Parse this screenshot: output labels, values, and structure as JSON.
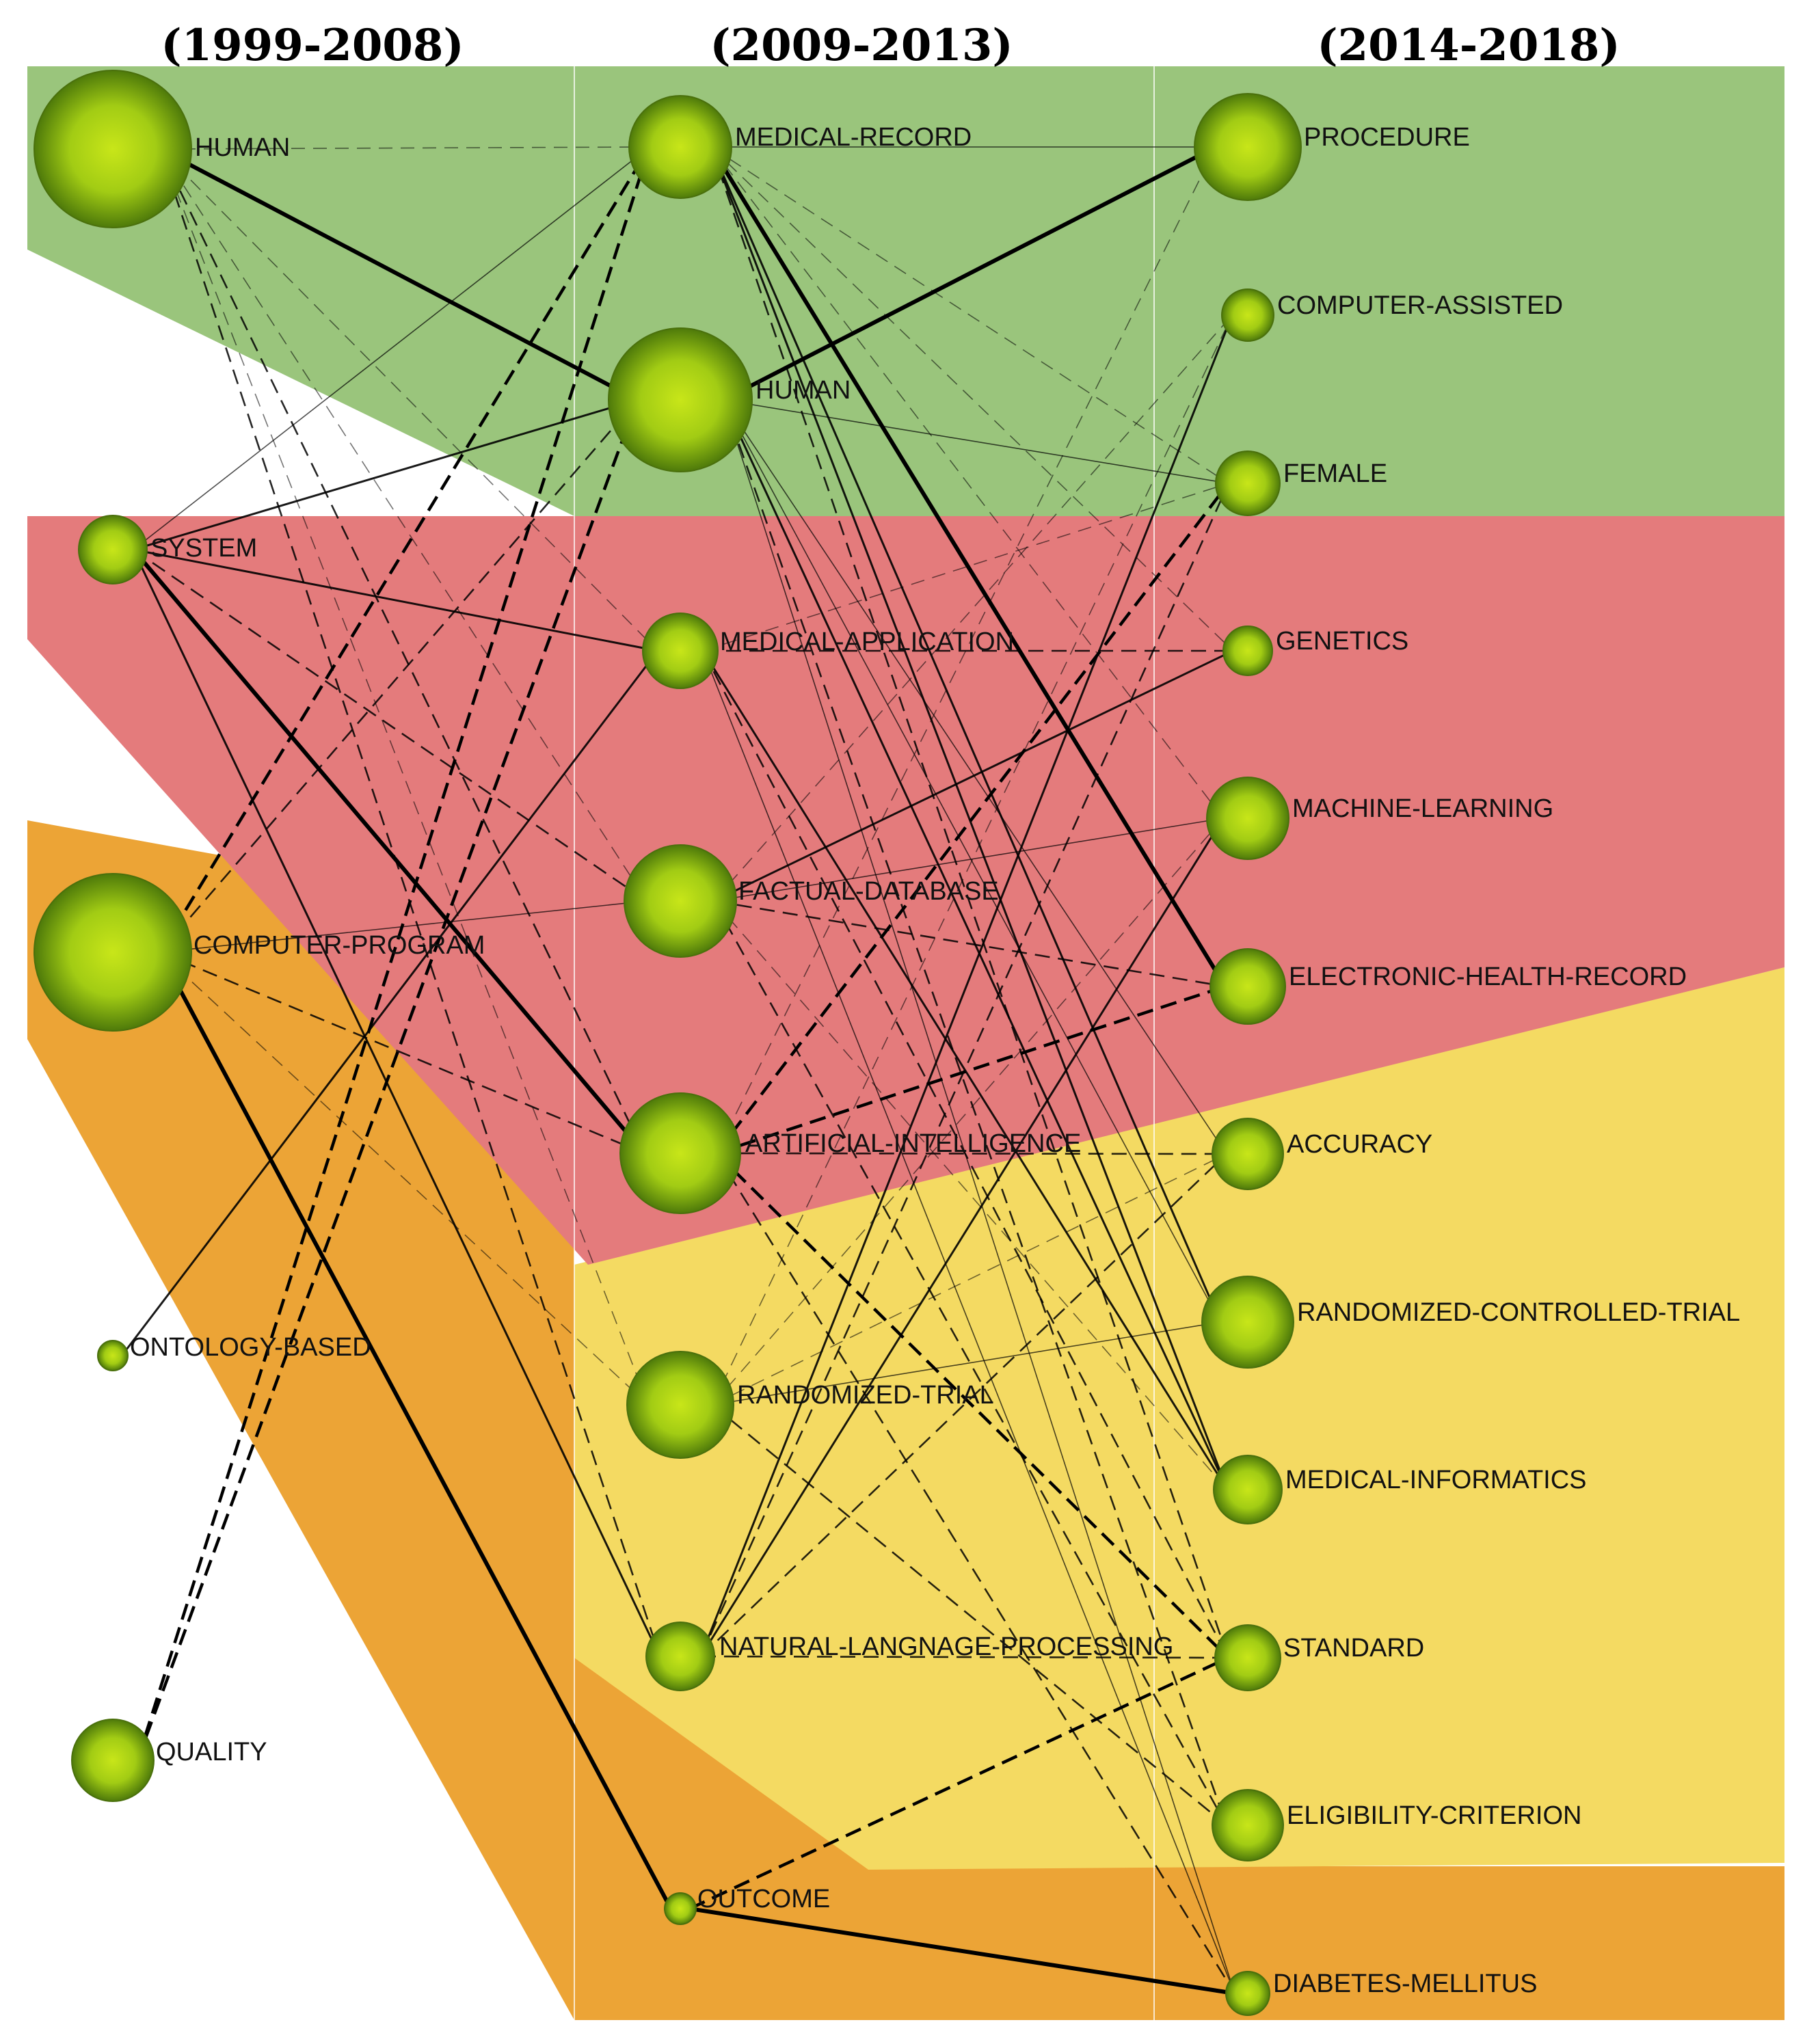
{
  "periods": [
    "(1999-2008)",
    "(2009-2013)",
    "(2014-2018)"
  ],
  "clusters": [
    {
      "name": "green",
      "color": "#9AC57C"
    },
    {
      "name": "red",
      "color": "#E47B7C"
    },
    {
      "name": "orange",
      "color": "#ECA436"
    },
    {
      "name": "yellow",
      "color": "#F4DA62"
    }
  ],
  "node_color": {
    "center": "#C8E619",
    "edge": "#4E7A0A"
  },
  "nodes": {
    "p1_human": {
      "label": "HUMAN",
      "period": 1
    },
    "p1_system": {
      "label": "SYSTEM",
      "period": 1
    },
    "p1_compprog": {
      "label": "COMPUTER-PROGRAM",
      "period": 1
    },
    "p1_ontology": {
      "label": "ONTOLOGY-BASED",
      "period": 1
    },
    "p1_quality": {
      "label": "QUALITY",
      "period": 1
    },
    "p2_medrec": {
      "label": "MEDICAL-RECORD",
      "period": 2
    },
    "p2_human": {
      "label": "HUMAN",
      "period": 2
    },
    "p2_medapp": {
      "label": "MEDICAL-APPLICATION",
      "period": 2
    },
    "p2_factual": {
      "label": "FACTUAL-DATABASE",
      "period": 2
    },
    "p2_ai": {
      "label": "ARTIFICIAL-INTELLIGENCE",
      "period": 2
    },
    "p2_randtrial": {
      "label": "RANDOMIZED-TRIAL",
      "period": 2
    },
    "p2_nlp": {
      "label": "NATURAL-LANGNAGE-PROCESSING",
      "period": 2
    },
    "p2_outcome": {
      "label": "OUTCOME",
      "period": 2
    },
    "p3_procedure": {
      "label": "PROCEDURE",
      "period": 3
    },
    "p3_compassist": {
      "label": "COMPUTER-ASSISTED",
      "period": 3
    },
    "p3_female": {
      "label": "FEMALE",
      "period": 3
    },
    "p3_genetics": {
      "label": "GENETICS",
      "period": 3
    },
    "p3_ml": {
      "label": "MACHINE-LEARNING",
      "period": 3
    },
    "p3_ehr": {
      "label": "ELECTRONIC-HEALTH-RECORD",
      "period": 3
    },
    "p3_accuracy": {
      "label": "ACCURACY",
      "period": 3
    },
    "p3_rct": {
      "label": "RANDOMIZED-CONTROLLED-TRIAL",
      "period": 3
    },
    "p3_medinf": {
      "label": "MEDICAL-INFORMATICS",
      "period": 3
    },
    "p3_standard": {
      "label": "STANDARD",
      "period": 3
    },
    "p3_eligibility": {
      "label": "ELIGIBILITY-CRITERION",
      "period": 3
    },
    "p3_diabetes": {
      "label": "DIABETES-MELLITUS",
      "period": 3
    }
  },
  "edges": [
    {
      "from": "p1_human",
      "to": "p2_medrec",
      "style": "dashed-light"
    },
    {
      "from": "p1_human",
      "to": "p2_human",
      "style": "solid-bold"
    },
    {
      "from": "p1_human",
      "to": "p2_medapp",
      "style": "dashed-light"
    },
    {
      "from": "p1_human",
      "to": "p2_factual",
      "style": "dashed-light"
    },
    {
      "from": "p1_human",
      "to": "p2_ai",
      "style": "dashed"
    },
    {
      "from": "p1_human",
      "to": "p2_randtrial",
      "style": "dashed-light"
    },
    {
      "from": "p1_human",
      "to": "p2_nlp",
      "style": "dashed"
    },
    {
      "from": "p1_system",
      "to": "p2_medrec",
      "style": "solid-light"
    },
    {
      "from": "p1_system",
      "to": "p2_human",
      "style": "solid"
    },
    {
      "from": "p1_system",
      "to": "p2_medapp",
      "style": "solid"
    },
    {
      "from": "p1_system",
      "to": "p2_factual",
      "style": "dashed"
    },
    {
      "from": "p1_system",
      "to": "p2_ai",
      "style": "solid-bold"
    },
    {
      "from": "p1_system",
      "to": "p2_nlp",
      "style": "solid"
    },
    {
      "from": "p1_system",
      "to": "p2_eligbridge",
      "style": "none"
    },
    {
      "from": "p1_compprog",
      "to": "p2_medrec",
      "style": "dashed-bold"
    },
    {
      "from": "p1_compprog",
      "to": "p2_human",
      "style": "dashed"
    },
    {
      "from": "p1_compprog",
      "to": "p2_factual",
      "style": "solid-light"
    },
    {
      "from": "p1_compprog",
      "to": "p2_ai",
      "style": "dashed"
    },
    {
      "from": "p1_compprog",
      "to": "p2_randtrial",
      "style": "dashed-light"
    },
    {
      "from": "p1_compprog",
      "to": "p2_outcome",
      "style": "solid-bold"
    },
    {
      "from": "p1_ontology",
      "to": "p2_medapp",
      "style": "solid"
    },
    {
      "from": "p1_quality",
      "to": "p2_medrec",
      "style": "dashed-bold"
    },
    {
      "from": "p1_quality",
      "to": "p2_human",
      "style": "dashed-bold"
    },
    {
      "from": "p2_medrec",
      "to": "p3_procedure",
      "style": "solid-light"
    },
    {
      "from": "p2_medrec",
      "to": "p3_female",
      "style": "dashed-light"
    },
    {
      "from": "p2_medrec",
      "to": "p3_genetics",
      "style": "dashed-light"
    },
    {
      "from": "p2_medrec",
      "to": "p3_ml",
      "style": "dashed-light"
    },
    {
      "from": "p2_medrec",
      "to": "p3_ehr",
      "style": "solid-bold"
    },
    {
      "from": "p2_medrec",
      "to": "p3_rct",
      "style": "solid"
    },
    {
      "from": "p2_medrec",
      "to": "p3_medinf",
      "style": "solid"
    },
    {
      "from": "p2_medrec",
      "to": "p3_standard",
      "style": "dashed"
    },
    {
      "from": "p2_human",
      "to": "p3_procedure",
      "style": "solid-bold"
    },
    {
      "from": "p2_human",
      "to": "p3_female",
      "style": "solid-light"
    },
    {
      "from": "p2_human",
      "to": "p3_accuracy",
      "style": "solid-light"
    },
    {
      "from": "p2_human",
      "to": "p3_rct",
      "style": "solid-light"
    },
    {
      "from": "p2_human",
      "to": "p3_medinf",
      "style": "solid"
    },
    {
      "from": "p2_human",
      "to": "p3_eligibility",
      "style": "dashed"
    },
    {
      "from": "p2_human",
      "to": "p3_diabetes",
      "style": "solid-light"
    },
    {
      "from": "p2_medapp",
      "to": "p3_genetics",
      "style": "dashed"
    },
    {
      "from": "p2_medapp",
      "to": "p3_female",
      "style": "dashed-light"
    },
    {
      "from": "p2_medapp",
      "to": "p3_medinf",
      "style": "solid"
    },
    {
      "from": "p2_medapp",
      "to": "p3_standard",
      "style": "dashed"
    },
    {
      "from": "p2_medapp",
      "to": "p3_diabetes",
      "style": "solid-light"
    },
    {
      "from": "p2_factual",
      "to": "p3_genetics",
      "style": "solid"
    },
    {
      "from": "p2_factual",
      "to": "p3_ml",
      "style": "solid-light"
    },
    {
      "from": "p2_factual",
      "to": "p3_ehr",
      "style": "dashed"
    },
    {
      "from": "p2_factual",
      "to": "p3_compassist",
      "style": "dashed-light"
    },
    {
      "from": "p2_factual",
      "to": "p3_eligibility",
      "style": "dashed"
    },
    {
      "from": "p2_factual",
      "to": "p3_medinf",
      "style": "dashed-light"
    },
    {
      "from": "p2_ai",
      "to": "p3_female",
      "style": "dashed-bold"
    },
    {
      "from": "p2_ai",
      "to": "p3_ehr",
      "style": "dashed-bold"
    },
    {
      "from": "p2_ai",
      "to": "p3_accuracy",
      "style": "dashed"
    },
    {
      "from": "p2_ai",
      "to": "p3_standard",
      "style": "dashed-bold"
    },
    {
      "from": "p2_ai",
      "to": "p3_procedure",
      "style": "dashed-light"
    },
    {
      "from": "p2_ai",
      "to": "p3_diabetes",
      "style": "dashed"
    },
    {
      "from": "p2_randtrial",
      "to": "p3_compassist",
      "style": "dashed-light"
    },
    {
      "from": "p2_randtrial",
      "to": "p3_ml",
      "style": "dashed-light"
    },
    {
      "from": "p2_randtrial",
      "to": "p3_rct",
      "style": "solid-light"
    },
    {
      "from": "p2_randtrial",
      "to": "p3_accuracy",
      "style": "dashed-light"
    },
    {
      "from": "p2_randtrial",
      "to": "p3_eligibility",
      "style": "dashed"
    },
    {
      "from": "p2_nlp",
      "to": "p3_compassist",
      "style": "solid"
    },
    {
      "from": "p2_nlp",
      "to": "p3_ml",
      "style": "solid"
    },
    {
      "from": "p2_nlp",
      "to": "p3_accuracy",
      "style": "dashed"
    },
    {
      "from": "p2_nlp",
      "to": "p3_standard",
      "style": "dashed"
    },
    {
      "from": "p2_nlp",
      "to": "p3_female",
      "style": "dashed"
    },
    {
      "from": "p2_outcome",
      "to": "p3_standard",
      "style": "dashed-bold"
    },
    {
      "from": "p2_outcome",
      "to": "p3_diabetes",
      "style": "solid-bold"
    }
  ]
}
